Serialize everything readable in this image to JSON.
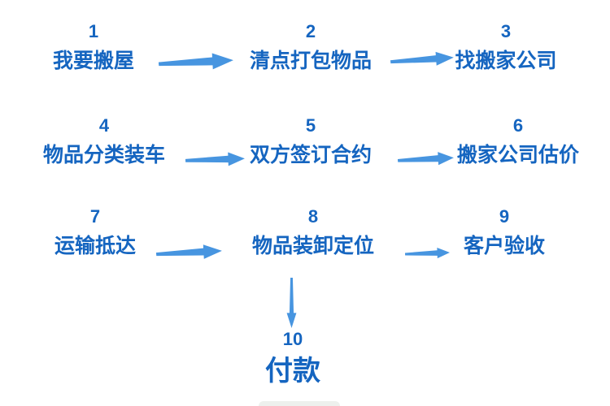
{
  "colors": {
    "background": "#ffffff",
    "step_text": "#1565c0",
    "arrow": "#4795e0"
  },
  "steps": [
    {
      "number": "1",
      "label": "我要搬屋"
    },
    {
      "number": "2",
      "label": "清点打包物品"
    },
    {
      "number": "3",
      "label": "找搬家公司"
    },
    {
      "number": "4",
      "label": "物品分类装车"
    },
    {
      "number": "5",
      "label": "双方签订合约"
    },
    {
      "number": "6",
      "label": "搬家公司估价"
    },
    {
      "number": "7",
      "label": "运输抵达"
    },
    {
      "number": "8",
      "label": "物品装卸定位"
    },
    {
      "number": "9",
      "label": "客户验收"
    },
    {
      "number": "10",
      "label": "付款"
    }
  ],
  "flow": [
    {
      "from": "1",
      "to": "2",
      "direction": "right"
    },
    {
      "from": "2",
      "to": "3",
      "direction": "right"
    },
    {
      "from": "4",
      "to": "5",
      "direction": "right"
    },
    {
      "from": "5",
      "to": "6",
      "direction": "right"
    },
    {
      "from": "7",
      "to": "8",
      "direction": "right"
    },
    {
      "from": "8",
      "to": "9",
      "direction": "right"
    },
    {
      "from": "8",
      "to": "10",
      "direction": "down"
    }
  ]
}
